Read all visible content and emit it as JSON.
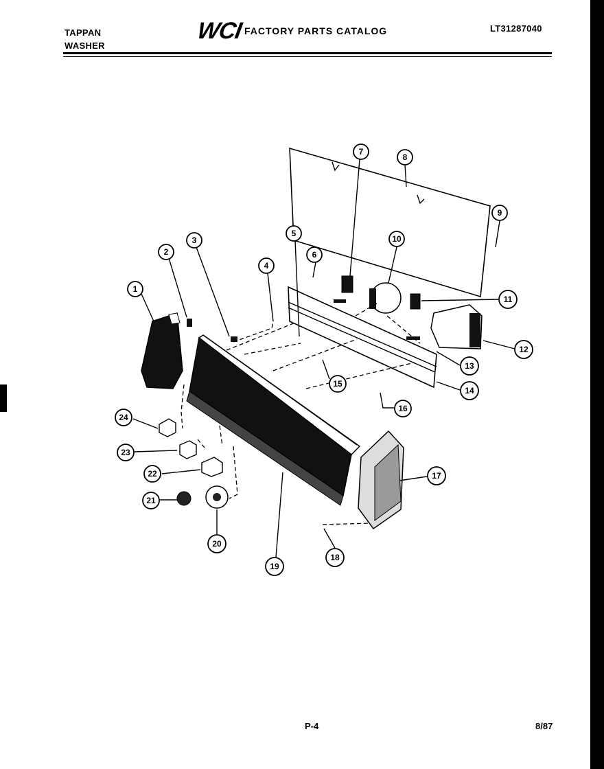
{
  "header": {
    "brand": "TAPPAN",
    "product": "WASHER",
    "logo": "WCI",
    "catalog_title": "FACTORY PARTS CATALOG",
    "catalog_number": "LT31287040"
  },
  "footer": {
    "page": "P-4",
    "date": "8/87"
  },
  "callouts": [
    "1",
    "2",
    "3",
    "4",
    "5",
    "6",
    "7",
    "8",
    "9",
    "10",
    "11",
    "12",
    "13",
    "14",
    "15",
    "16",
    "17",
    "18",
    "19",
    "20",
    "21",
    "22",
    "23",
    "24"
  ]
}
